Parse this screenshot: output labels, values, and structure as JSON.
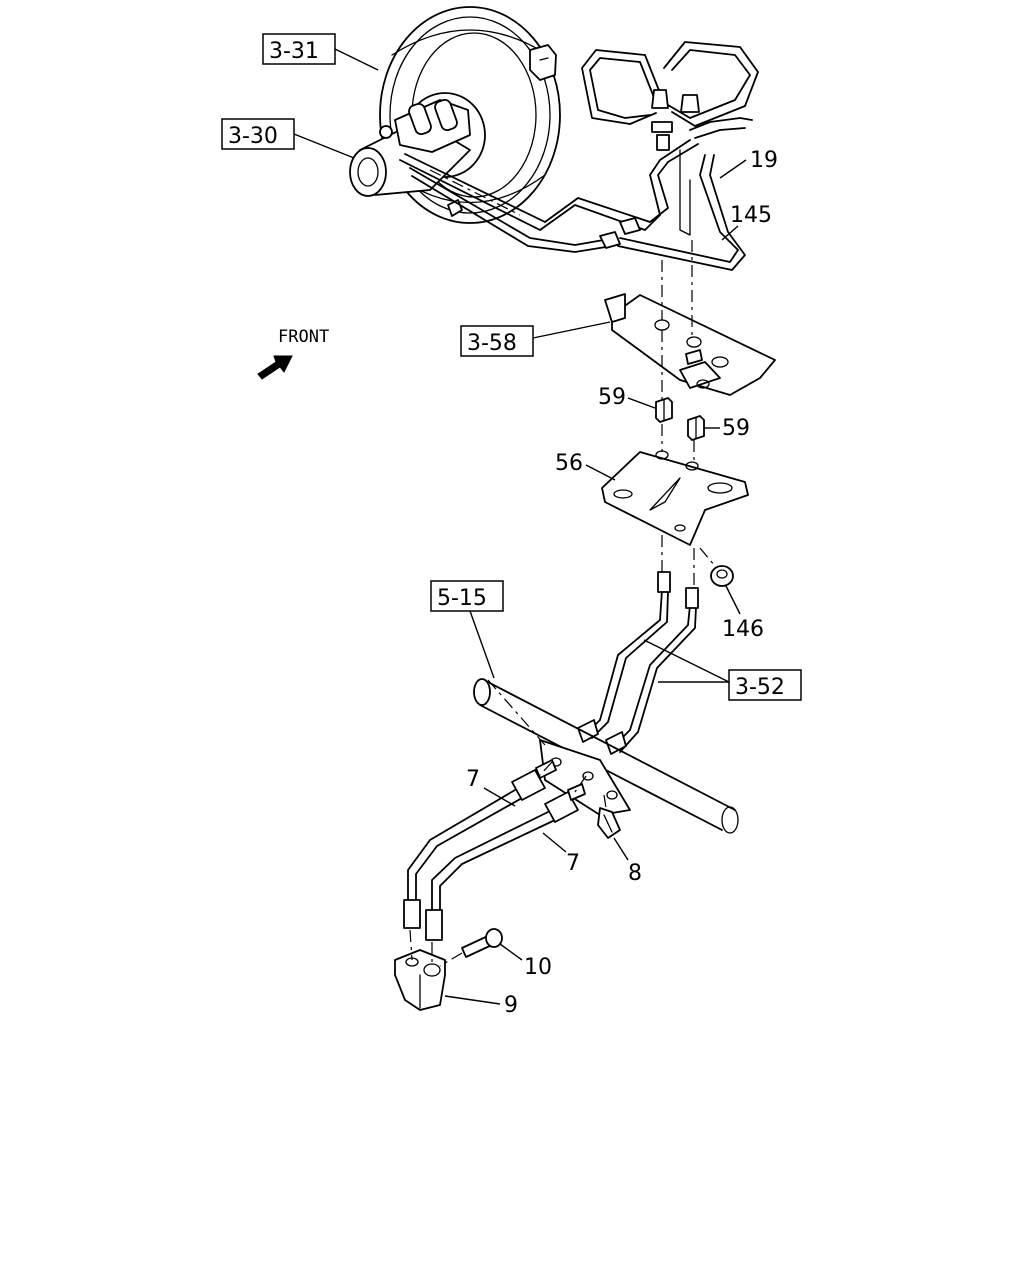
{
  "orientation": {
    "front_label": "FRONT",
    "arrow_icon": "front-arrow-icon"
  },
  "reference_labels": {
    "ref_3_31": "3-31",
    "ref_3_30": "3-30",
    "ref_3_58": "3-58",
    "ref_5_15": "5-15",
    "ref_3_52": "3-52"
  },
  "part_labels": {
    "p19": "19",
    "p145": "145",
    "p59_left": "59",
    "p59_right": "59",
    "p56": "56",
    "p146": "146",
    "p7_upper": "7",
    "p7_lower": "7",
    "p8": "8",
    "p10": "10",
    "p9": "9"
  }
}
